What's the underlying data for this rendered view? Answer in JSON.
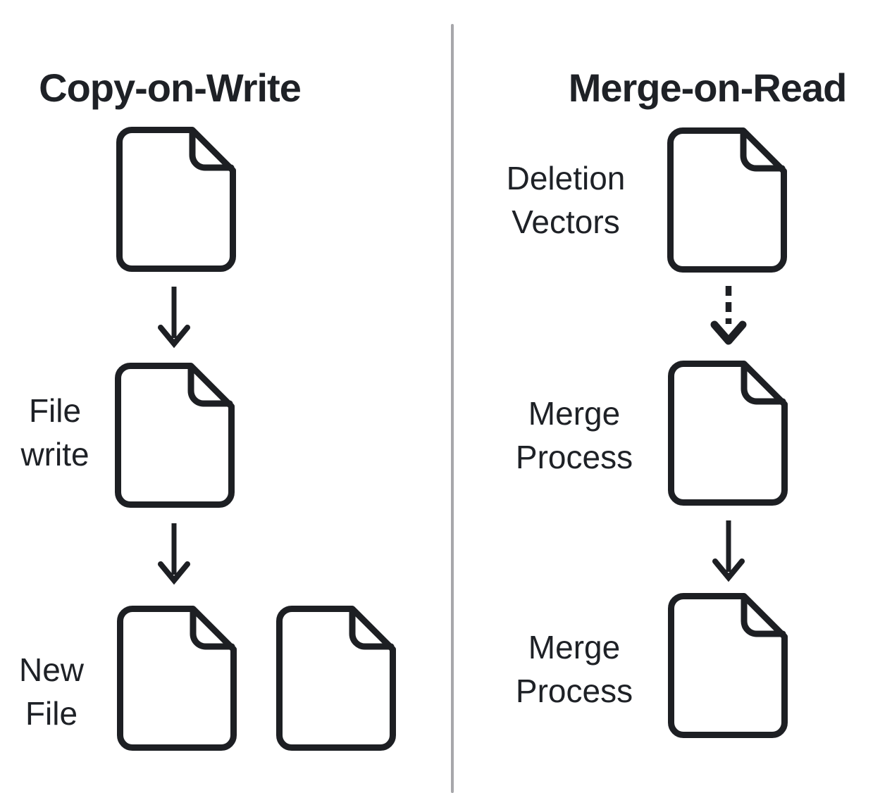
{
  "left": {
    "title": "Copy-on-Write",
    "file_write_label": "File write",
    "new_file_label": "New File"
  },
  "right": {
    "title": "Merge-on-Read",
    "deletion_vectors_label": "Deletion Vectors",
    "merge_process_label_1": "Merge Process",
    "merge_process_label_2": "Merge Process"
  },
  "colors": {
    "background": "#ffffff",
    "text": "#1e2126",
    "icon_stroke": "#1d1f23",
    "divider": "#a7a7ab"
  }
}
